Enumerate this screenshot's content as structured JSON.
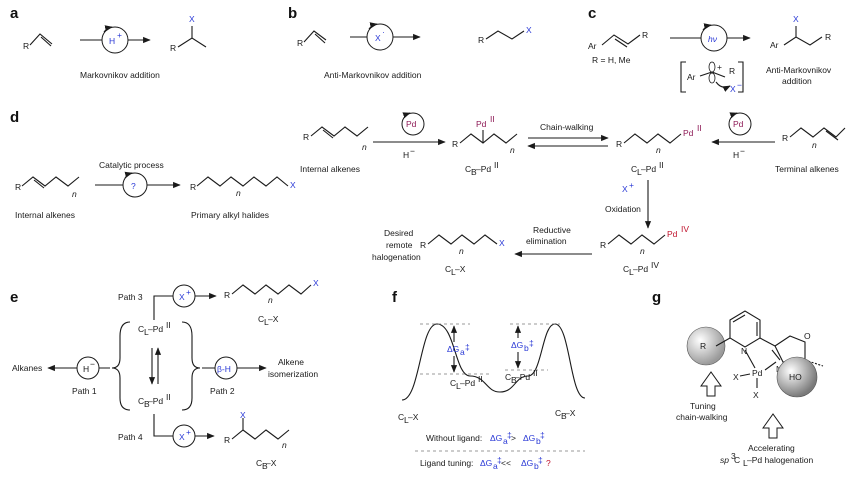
{
  "panels": {
    "a": {
      "label": "a",
      "reagent": "H",
      "reagent_sup": "+",
      "product_sub": "X",
      "substituent": "R",
      "caption": "Markovnikov addition"
    },
    "b": {
      "label": "b",
      "reagent": "X",
      "reagent_sup": "·",
      "product_sub": "X",
      "substituent": "R",
      "caption": "Anti-Markovnikov addition"
    },
    "c": {
      "label": "c",
      "reagent": "hν",
      "ar": "Ar",
      "r": "R",
      "note": "R = H, Me",
      "product_sub": "X",
      "caption_line1": "Anti-Markovnikov",
      "caption_line2": "addition",
      "bracket_x": "X",
      "bracket_minus": "−",
      "bracket_plus": "+"
    },
    "d": {
      "label": "d",
      "left_caption_top": "Catalytic process",
      "left_reagent": "?",
      "internal_alkenes_left": "Internal alkenes",
      "primary_alkyl_halides": "Primary alkyl halides",
      "internal_alkenes": "Internal alkenes",
      "terminal_alkenes": "Terminal alkenes",
      "pd": "Pd",
      "hydride": "H",
      "hydride_sup": "−",
      "pd2": "Pd",
      "pd2_sup": "II",
      "pd4_sup": "IV",
      "cb_pd": "C",
      "cb_sub": "B",
      "cl_sub": "L",
      "pd_sep": "–Pd",
      "chain_walking": "Chain-walking",
      "x_plus": "X",
      "oxidation": "Oxidation",
      "reductive1": "Reductive",
      "reductive2": "elimination",
      "desired1": "Desired",
      "desired2": "remote",
      "desired3": "halogenation",
      "clx": "–X",
      "n": "n",
      "x": "X",
      "r": "R"
    },
    "e": {
      "label": "e",
      "path1": "Path 1",
      "path2": "Path 2",
      "path3": "Path 3",
      "path4": "Path 4",
      "alkanes": "Alkanes",
      "alkene1": "Alkene",
      "alkene2": "isomerization",
      "beta_h": "β-H",
      "h_minus": "H",
      "x_plus": "X"
    },
    "f": {
      "label": "f",
      "dga": "ΔG",
      "dga_sub": "a",
      "dgb_sub": "b",
      "ddagger": "‡",
      "clx": "C",
      "without1": "Without ligand: ",
      "without_expr": "ΔG",
      "gt": " > ",
      "ligand1": "Ligand tuning: ",
      "ll": " << ",
      "q": "?"
    },
    "g": {
      "label": "g",
      "tuning1": "Tuning",
      "tuning2": "chain-walking",
      "accel1": "Accelerating",
      "accel2a": "sp",
      "accel2b": "3",
      "accel2c": " C",
      "accel2d": "L",
      "accel2e": "–Pd halogenation",
      "x": "X",
      "pd": "Pd",
      "n": "N",
      "o": "O",
      "ho": "HO",
      "r": "R"
    }
  },
  "colors": {
    "blue": "#2a39d6",
    "red": "#c0142e",
    "purple": "#8e1b57"
  }
}
